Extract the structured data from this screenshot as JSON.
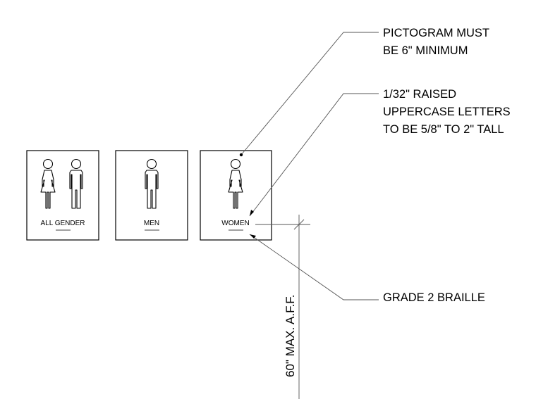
{
  "signs": [
    {
      "label": "ALL GENDER",
      "pictograms": [
        "female-figure-icon",
        "male-figure-icon"
      ]
    },
    {
      "label": "MEN",
      "pictograms": [
        "male-figure-icon"
      ]
    },
    {
      "label": "WOMEN",
      "pictograms": [
        "female-figure-icon"
      ]
    }
  ],
  "callouts": {
    "pictogram": [
      "PICTOGRAM MUST",
      "BE 6\" MINIMUM"
    ],
    "letters": [
      "1/32\" RAISED",
      "UPPERCASE LETTERS",
      "TO BE 5/8\" TO 2\" TALL"
    ],
    "braille": [
      "GRADE 2 BRAILLE"
    ]
  },
  "dimension": {
    "label": "60\" MAX. A.F.F."
  },
  "colors": {
    "line": "#000000",
    "leader": "#555555"
  }
}
